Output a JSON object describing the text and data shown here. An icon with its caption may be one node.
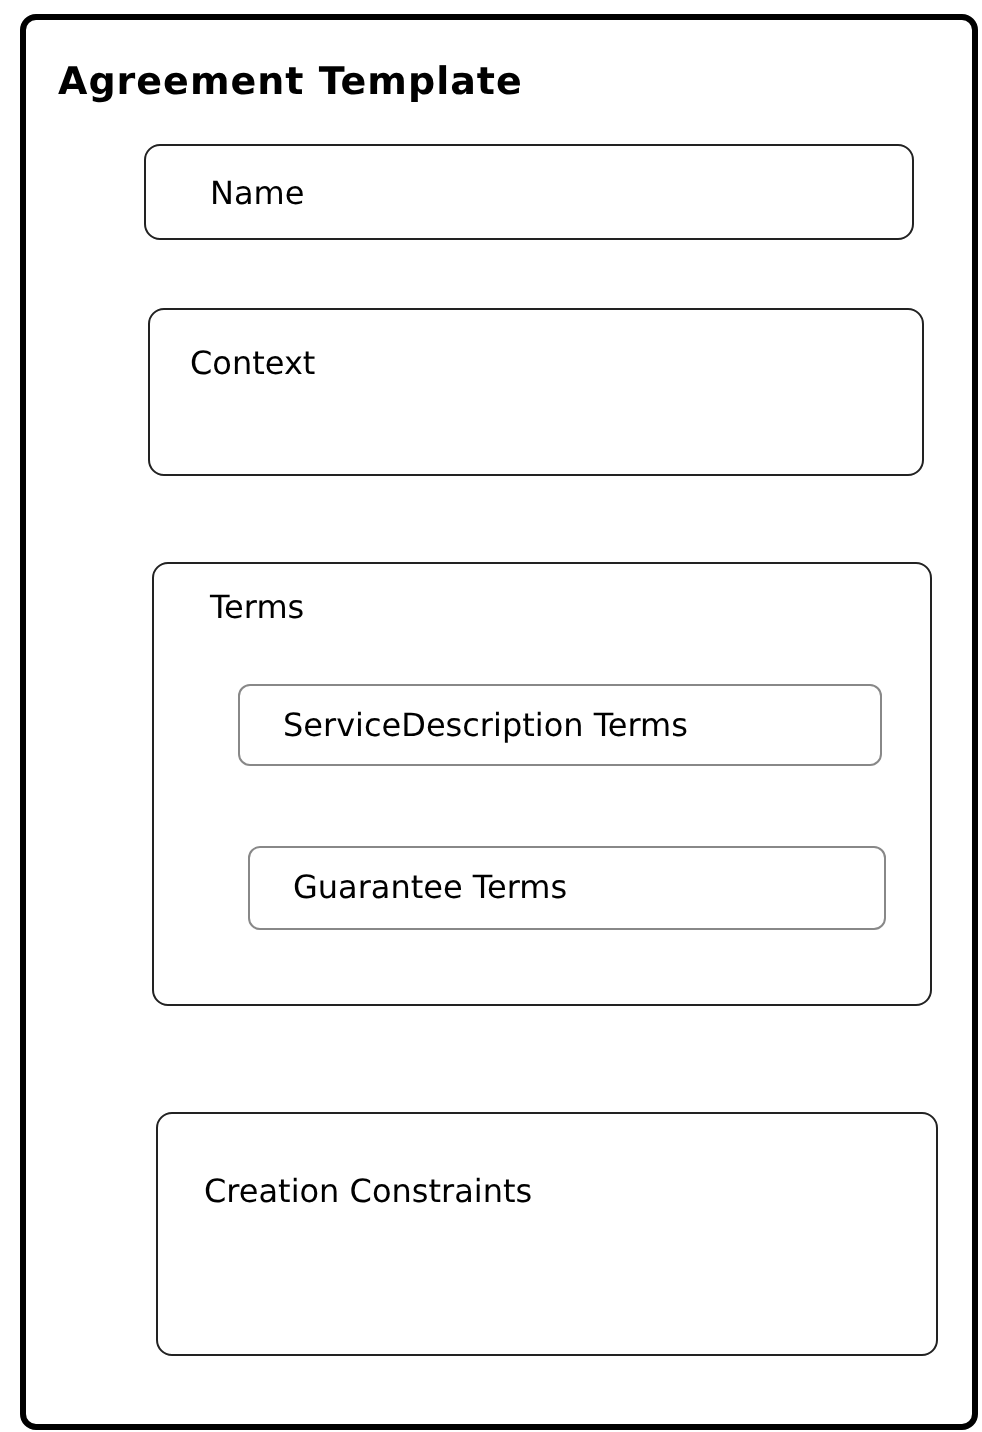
{
  "diagram": {
    "nodes": [
      {
        "text": [
          "Agreement Template"
        ]
      },
      {
        "text": [
          "Name"
        ],
        "in": 0
      },
      {
        "text": [
          "Context"
        ],
        "in": 0
      },
      {
        "text": [
          "Terms"
        ],
        "in": 0
      },
      {
        "text": [
          "ServiceDescription Terms"
        ],
        "in": 3
      },
      {
        "text": [
          "Guarantee Terms"
        ],
        "in": 3
      },
      {
        "text": [
          "Creation Constraints"
        ],
        "in": 0
      }
    ]
  }
}
